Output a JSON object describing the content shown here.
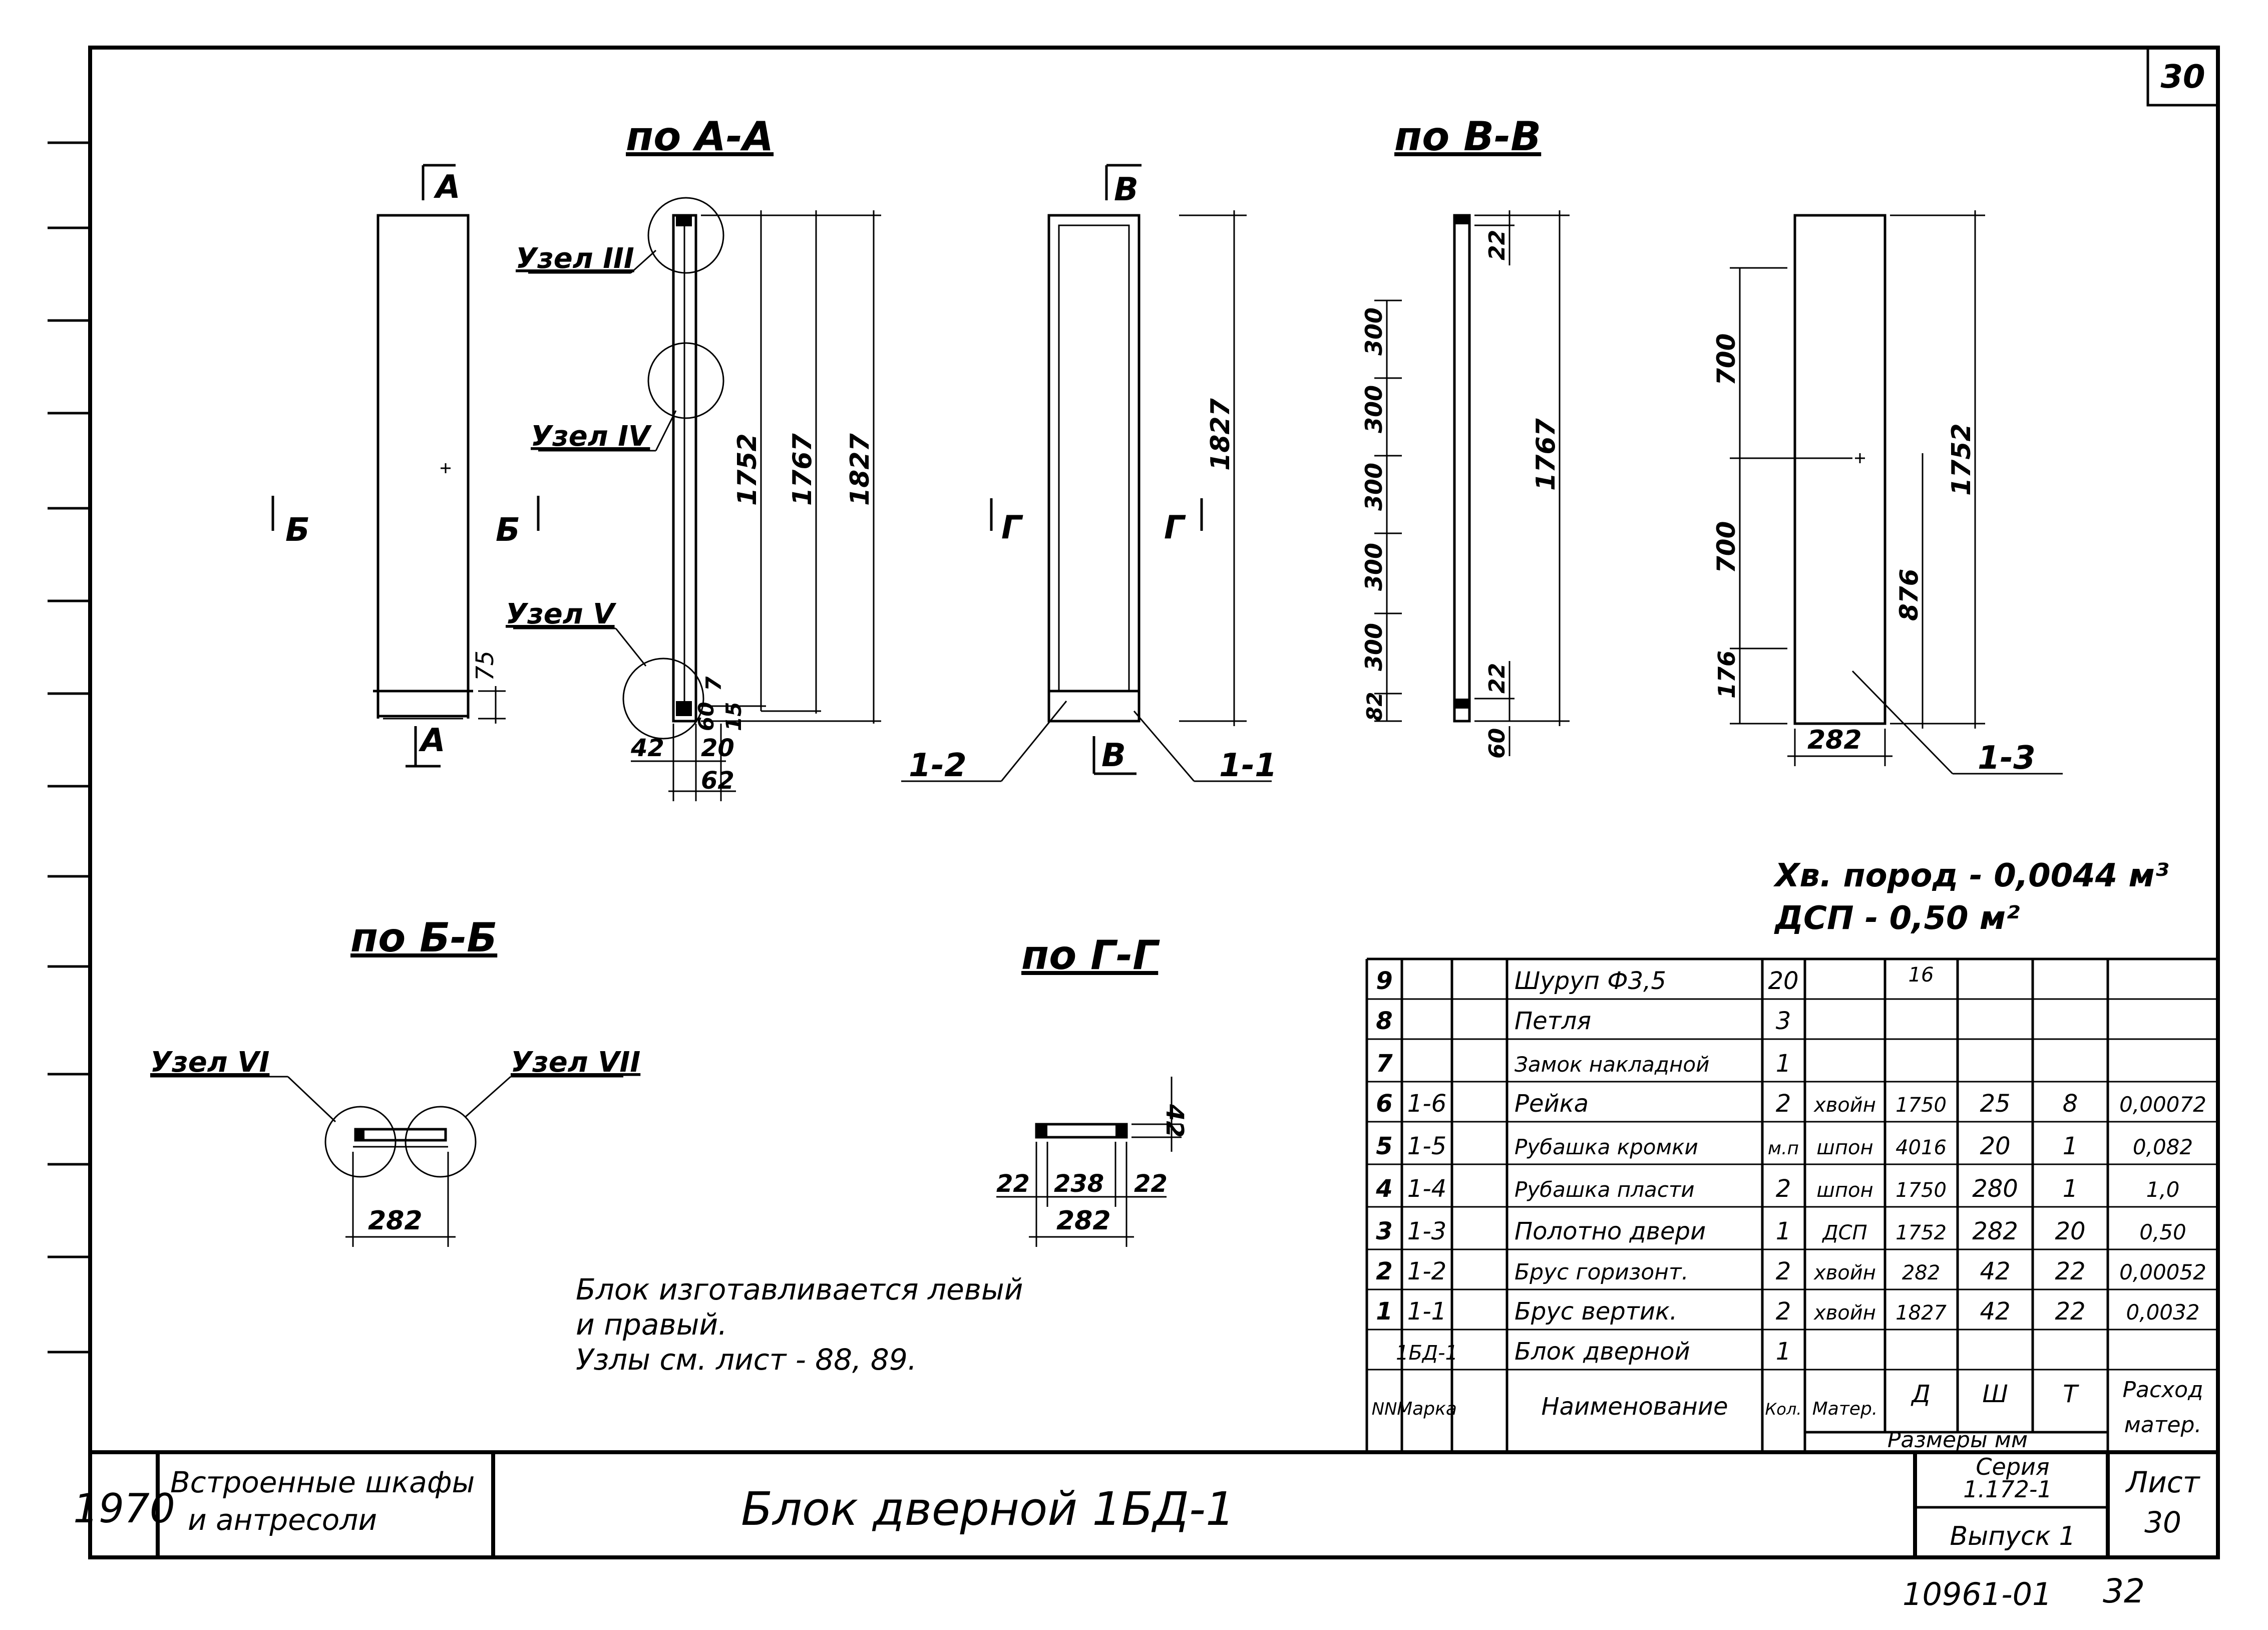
{
  "sheet": {
    "corner_no": "30"
  },
  "views": {
    "aa_title": "по А-А",
    "vv_title": "по В-В",
    "bb_title": "по Б-Б",
    "gg_title": "по Г-Г",
    "cut_a": "А",
    "cut_b": "Б",
    "cut_v": "В",
    "cut_g": "Г"
  },
  "nodes": {
    "n3": "Узел III",
    "n4": "Узел IV",
    "n5": "Узел V",
    "n6": "Узел VI",
    "n7": "Узел VII"
  },
  "dims": {
    "d75": "75",
    "d1752": "1752",
    "d1767": "1767",
    "d1827": "1827",
    "d7": "7",
    "d60": "60",
    "d15": "15",
    "d42": "42",
    "d20": "20",
    "d62": "62",
    "d300": "300",
    "d22": "22",
    "d82": "82",
    "d700": "700",
    "d176": "176",
    "d876": "876",
    "d282": "282",
    "d238": "238"
  },
  "labels": {
    "p12": "1-2",
    "p11": "1-1",
    "p13": "1-3"
  },
  "materials": [
    "Хв. пород - 0,0044 м³",
    "ДСП - 0,50 м²"
  ],
  "notes": [
    "Блок изготавливается левый",
    "и правый.",
    "Узлы см. лист - 88, 89."
  ],
  "spec": {
    "rows": [
      {
        "nn": "9",
        "mark": "",
        "name": "Шуруп Ф3,5",
        "qty": "20",
        "mat": "",
        "d": "16",
        "w": "",
        "t": "",
        "cons": ""
      },
      {
        "nn": "8",
        "mark": "",
        "name": "Петля",
        "qty": "3",
        "mat": "",
        "d": "",
        "w": "",
        "t": "",
        "cons": ""
      },
      {
        "nn": "7",
        "mark": "",
        "name": "Замок накладной",
        "qty": "1",
        "mat": "",
        "d": "",
        "w": "",
        "t": "",
        "cons": ""
      },
      {
        "nn": "6",
        "mark": "1-6",
        "name": "Рейка",
        "qty": "2",
        "mat": "хвойн",
        "d": "1750",
        "w": "25",
        "t": "8",
        "cons": "0,00072"
      },
      {
        "nn": "5",
        "mark": "1-5",
        "name": "Рубашка кромки",
        "qty": "м.п",
        "mat": "шпон",
        "d": "4016",
        "w": "20",
        "t": "1",
        "cons": "0,082"
      },
      {
        "nn": "4",
        "mark": "1-4",
        "name": "Рубашка пласти",
        "qty": "2",
        "mat": "шпон",
        "d": "1750",
        "w": "280",
        "t": "1",
        "cons": "1,0"
      },
      {
        "nn": "3",
        "mark": "1-3",
        "name": "Полотно двери",
        "qty": "1",
        "mat": "ДСП",
        "d": "1752",
        "w": "282",
        "t": "20",
        "cons": "0,50"
      },
      {
        "nn": "2",
        "mark": "1-2",
        "name": "Брус горизонт.",
        "qty": "2",
        "mat": "хвойн",
        "d": "282",
        "w": "42",
        "t": "22",
        "cons": "0,00052"
      },
      {
        "nn": "1",
        "mark": "1-1",
        "name": "Брус вертик.",
        "qty": "2",
        "mat": "хвойн",
        "d": "1827",
        "w": "42",
        "t": "22",
        "cons": "0,0032"
      },
      {
        "nn": "",
        "mark": "1БД-1",
        "name": "Блок дверной",
        "qty": "1",
        "mat": "",
        "d": "",
        "w": "",
        "t": "",
        "cons": ""
      }
    ],
    "headers": {
      "nn": "NN",
      "mark": "Марка",
      "name": "Наименование",
      "qty": "Кол.",
      "mat": "Матер.",
      "d": "Д",
      "w": "Ш",
      "t": "Т",
      "sizes": "Размеры мм",
      "cons1": "Расход",
      "cons2": "матер."
    }
  },
  "titleblock": {
    "year": "1970",
    "project1": "Встроенные шкафы",
    "project2": "и антресоли",
    "title": "Блок дверной 1БД-1",
    "series1": "Серия",
    "series2": "1.172-1",
    "issue": "Выпуск 1",
    "sheet_label": "Лист",
    "sheet_no": "30"
  },
  "footer": {
    "code": "10961-01",
    "page": "32"
  }
}
